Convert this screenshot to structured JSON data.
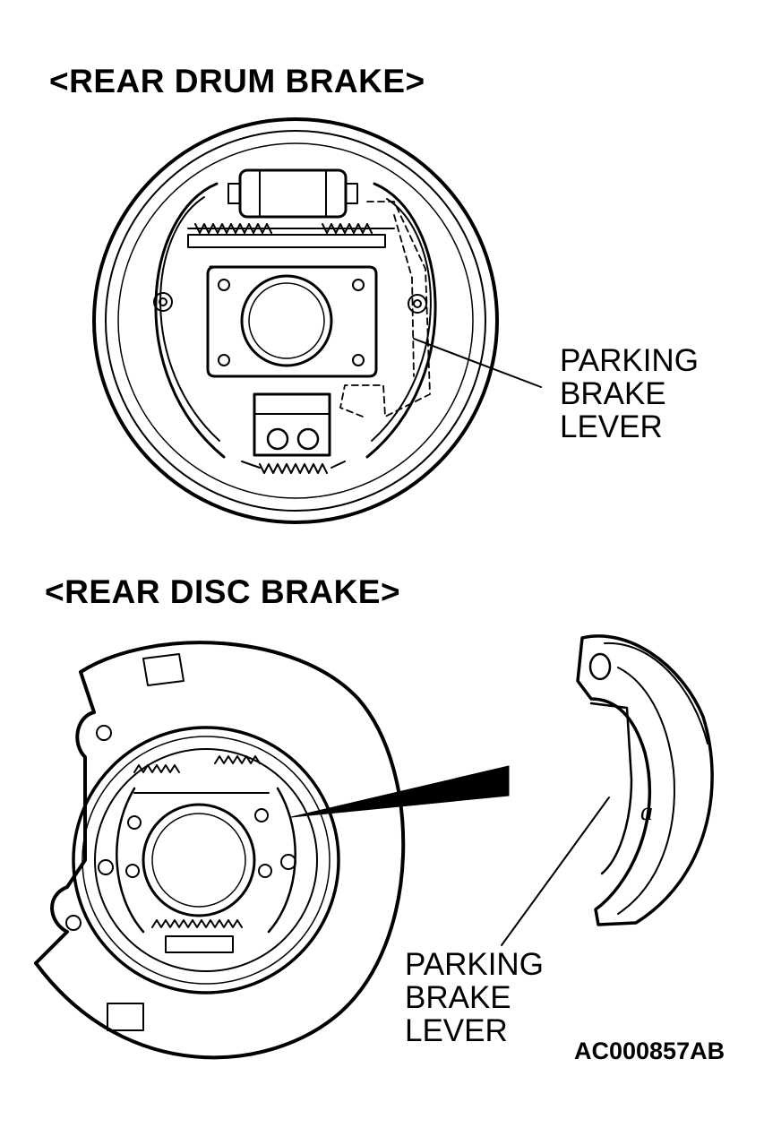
{
  "drum_section": {
    "title": "<REAR DRUM BRAKE>",
    "callout": [
      "PARKING",
      "BRAKE",
      "LEVER"
    ]
  },
  "disc_section": {
    "title": "<REAR DISC BRAKE>",
    "callout": [
      "PARKING",
      "BRAKE",
      "LEVER"
    ]
  },
  "figure_code": "AC000857AB"
}
